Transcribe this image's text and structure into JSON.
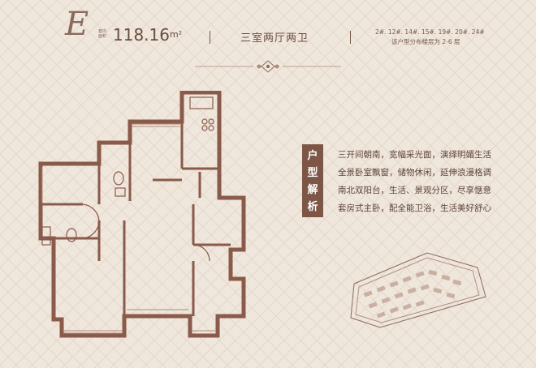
{
  "header": {
    "type_letter": "E",
    "area_label": "套内面积",
    "area_value": "118.16",
    "area_unit": "m²",
    "layout_name": "三室两厅两卫",
    "buildings": "2#. 12#. 14#. 15#. 19#. 20#. 24#",
    "floors": "该户型分布楼层为 2-6 层"
  },
  "analysis": {
    "title_chars": [
      "户",
      "型",
      "解",
      "析"
    ],
    "features": [
      "三开间朝南，宽幅采光面，演绎明媚生活",
      "全景卧室飘窗，储物休闲，延伸浪漫格调",
      "南北双阳台，生活、景观分区，尽享惬意",
      "套房式主卧，配全能卫浴，生活美好舒心"
    ]
  },
  "colors": {
    "background": "#efe6dc",
    "wall": "#8a5a4a",
    "accent": "#7d5646",
    "text": "#6b4c40"
  }
}
